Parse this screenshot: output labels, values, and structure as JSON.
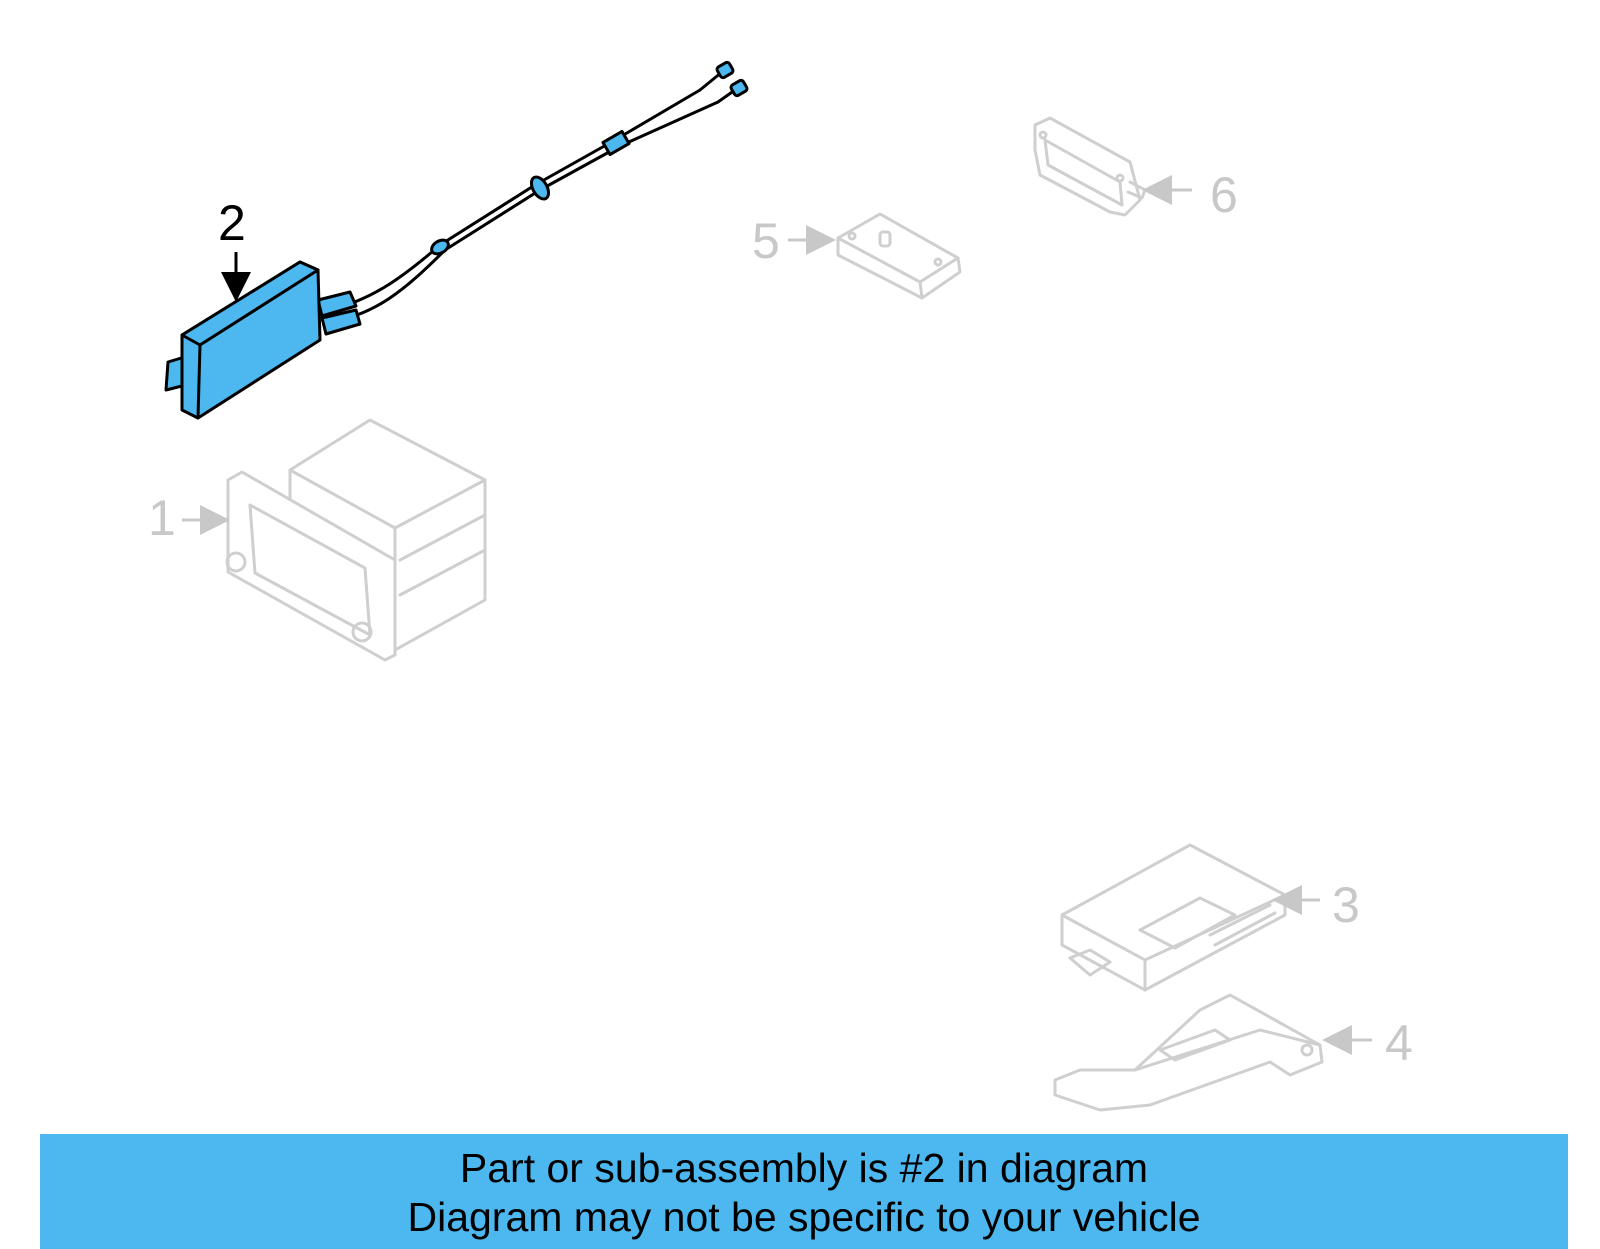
{
  "colors": {
    "highlight": "#4db8f0",
    "ghost": "#cfcfcf",
    "outline": "#000000"
  },
  "callouts": {
    "c1": "1",
    "c2": "2",
    "c3": "3",
    "c4": "4",
    "c5": "5",
    "c6": "6"
  },
  "highlighted_part": "2",
  "banner": {
    "line1": "Part or sub-assembly is #2 in diagram",
    "line2": "Diagram may not be specific to your vehicle"
  }
}
